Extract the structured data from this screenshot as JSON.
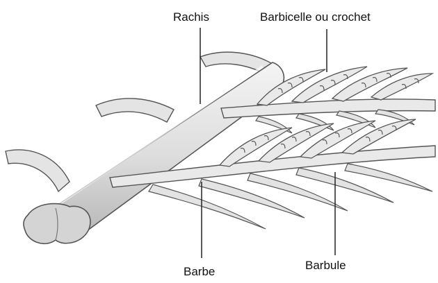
{
  "labels": {
    "rachis": "Rachis",
    "barbicelle": "Barbicelle ou crochet",
    "barbe": "Barbe",
    "barbule": "Barbule"
  },
  "colors": {
    "fill": "#e6e6e6",
    "fill_shade": "#c9c9c9",
    "stroke": "#555555",
    "leader": "#222222"
  }
}
